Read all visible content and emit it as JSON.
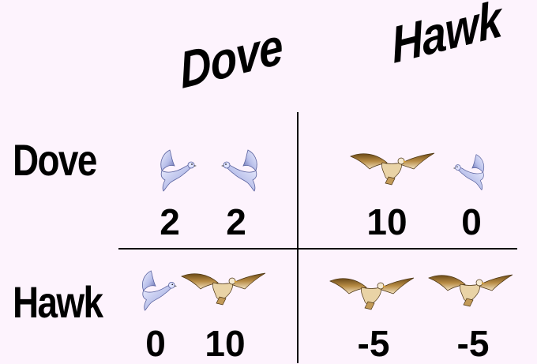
{
  "columns": {
    "dove": "Dove",
    "hawk": "Hawk"
  },
  "rows": {
    "dove": "Dove",
    "hawk": "Hawk"
  },
  "cells": {
    "dove_dove": {
      "row_payoff": "2",
      "col_payoff": "2",
      "row_bird": "dove-icon",
      "col_bird": "dove-icon"
    },
    "dove_hawk": {
      "row_payoff": "10",
      "col_payoff": "0",
      "row_bird": "hawk-icon",
      "col_bird": "dove-icon"
    },
    "hawk_dove": {
      "row_payoff": "0",
      "col_payoff": "10",
      "row_bird": "dove-icon",
      "col_bird": "hawk-icon"
    },
    "hawk_hawk": {
      "row_payoff": "-5",
      "col_payoff": "-5",
      "row_bird": "hawk-icon",
      "col_bird": "hawk-icon"
    }
  },
  "colors": {
    "background": "#fdf3fd",
    "dove_body": "#c9d0f2",
    "dove_shadow": "#6f78b8",
    "hawk_wing": "#a27a3a",
    "hawk_light": "#f2e2c0"
  }
}
